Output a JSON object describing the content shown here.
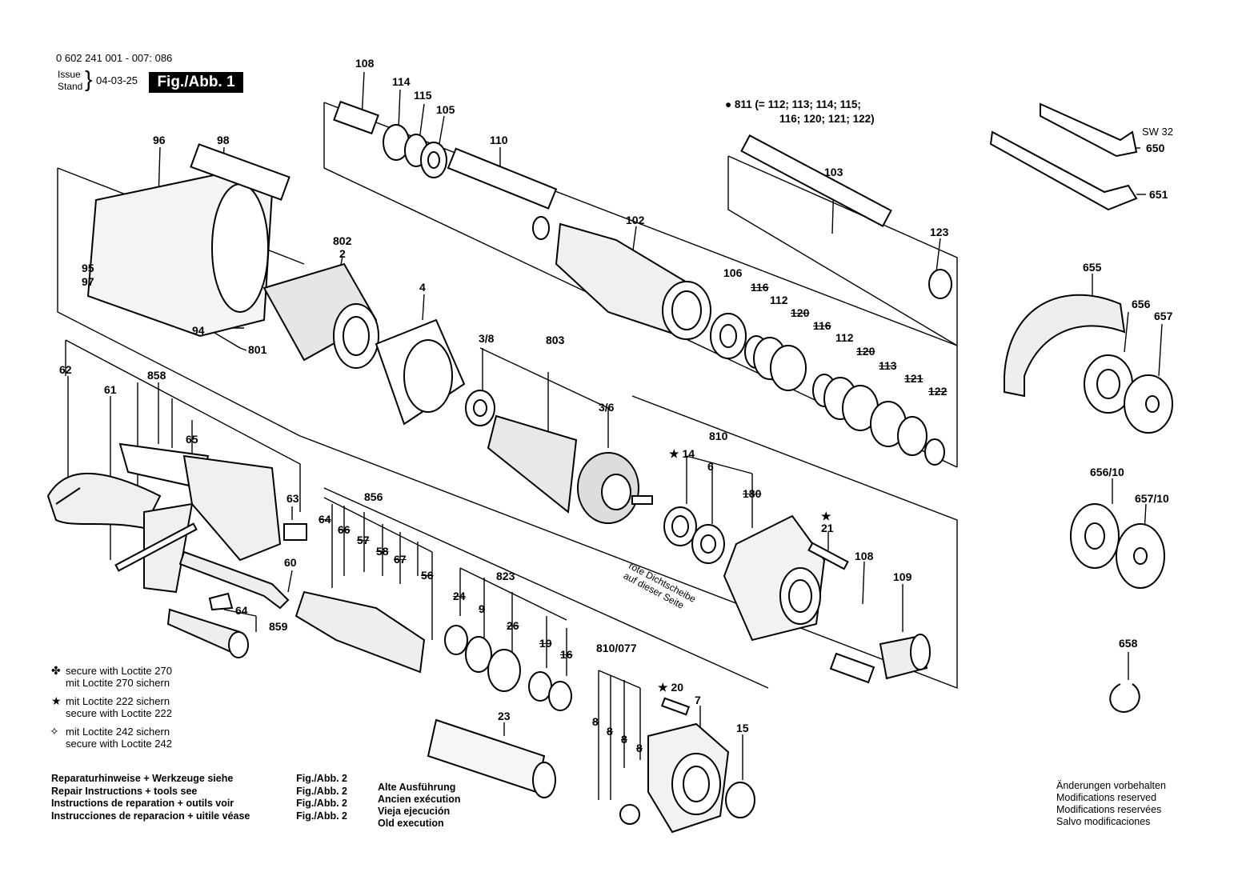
{
  "header": {
    "part_number": "0 602 241 001 - 007: 086",
    "issue_label": "Issue",
    "stand_label": "Stand",
    "date": "04-03-25",
    "fig_label": "Fig./Abb. 1"
  },
  "kit_note": {
    "line1": "811 (= 112; 113; 114; 115;",
    "line2": "116; 120; 121; 122)"
  },
  "tool_labels": {
    "sw": "SW 32"
  },
  "parts": {
    "p108a": "108",
    "p114": "114",
    "p115": "115",
    "p105": "105",
    "p110": "110",
    "p102": "102",
    "p103": "103",
    "p123": "123",
    "p96": "96",
    "p98": "98",
    "p802": "802",
    "p2": "2",
    "p95": "95",
    "p97": "97",
    "p94": "94",
    "p801": "801",
    "p4": "4",
    "p62": "62",
    "p61": "61",
    "p858": "858",
    "p65": "65",
    "p63": "63",
    "p60": "60",
    "p64": "64",
    "p859": "859",
    "p856": "856",
    "p64b": "64",
    "p66": "66",
    "p57": "57",
    "p58": "58",
    "p67": "67",
    "p56": "56",
    "p38": "3/8",
    "p803": "803",
    "p36": "3/6",
    "p106": "106",
    "p116": "116",
    "p112a": "112",
    "p120a": "120",
    "p116b": "116",
    "p112b": "112",
    "p120b": "120",
    "p113": "113",
    "p121": "121",
    "p122": "122",
    "p810": "810",
    "p14": "14",
    "p6": "6",
    "p180": "180",
    "p21": "21",
    "p108b": "108",
    "p109": "109",
    "p823": "823",
    "p24": "24",
    "p9": "9",
    "p26": "26",
    "p19": "19",
    "p16": "16",
    "p23": "23",
    "p810077": "810/077",
    "p20": "20",
    "p7": "7",
    "p15": "15",
    "p8a": "8",
    "p8b": "8",
    "p8c": "8",
    "p8d": "8",
    "p650": "650",
    "p651": "651",
    "p655": "655",
    "p656": "656",
    "p657": "657",
    "p65610": "656/10",
    "p65710": "657/10",
    "p658": "658"
  },
  "seal_note": {
    "line1": "rote Dichtscheibe",
    "line2": "auf dieser Seite"
  },
  "legend": {
    "l1a": "secure with Loctite 270",
    "l1b": "mit Loctite 270 sichern",
    "l2a": "mit Loctite 222 sichern",
    "l2b": "secure with Loctite 222",
    "l3a": "mit Loctite 242 sichern",
    "l3b": "secure with Loctite 242"
  },
  "repair_box": {
    "rows": [
      {
        "text": "Reparaturhinweise + Werkzeuge siehe",
        "ref": "Fig./Abb. 2"
      },
      {
        "text": "Repair Instructions + tools see",
        "ref": "Fig./Abb. 2"
      },
      {
        "text": "Instructions de reparation + outils voir",
        "ref": "Fig./Abb. 2"
      },
      {
        "text": "Instrucciones de reparacion + uitile véase",
        "ref": "Fig./Abb. 2"
      }
    ]
  },
  "old_exec": {
    "l1": "Alte Ausführung",
    "l2": "Ancien exécution",
    "l3": "Vieja ejecución",
    "l4": "Old execution"
  },
  "changes": {
    "l1": "Änderungen vorbehalten",
    "l2": "Modifications reserved",
    "l3": "Modifications reservées",
    "l4": "Salvo modificaciones"
  }
}
